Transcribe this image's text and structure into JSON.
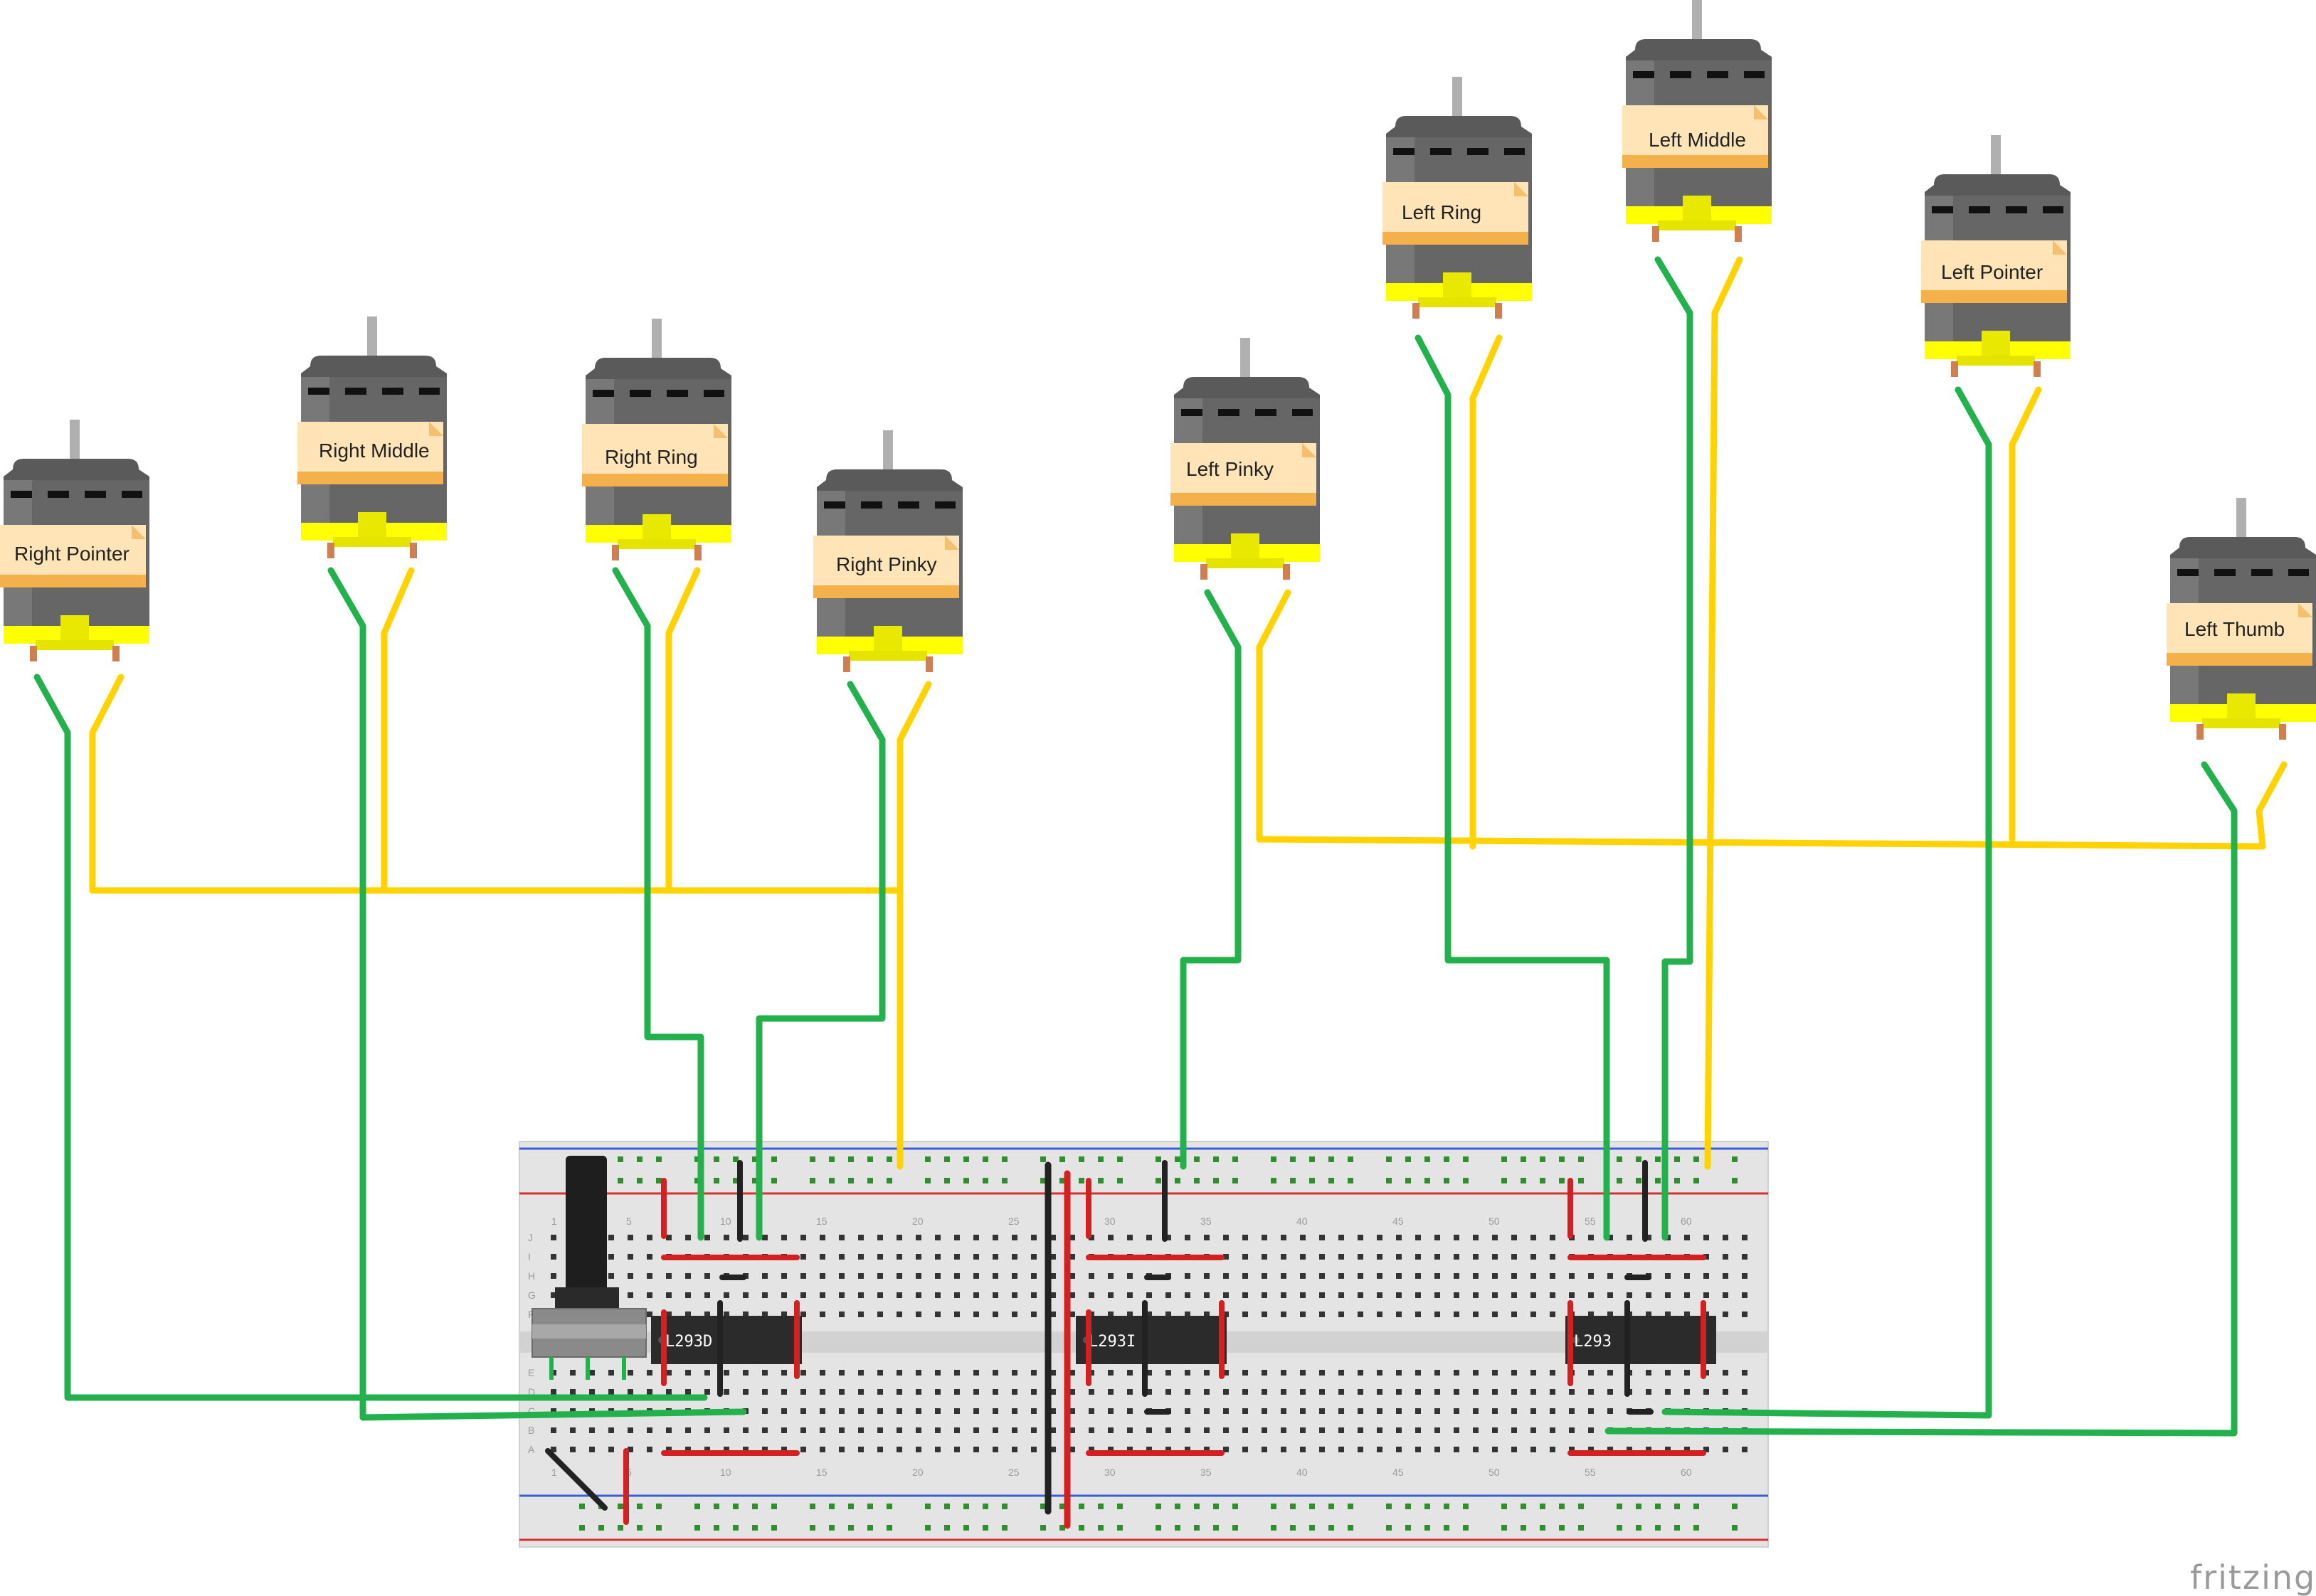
{
  "motors": [
    {
      "label": "Right Pointer"
    },
    {
      "label": "Right Middle"
    },
    {
      "label": "Right Ring"
    },
    {
      "label": "Right Pinky"
    },
    {
      "label": "Left Pinky"
    },
    {
      "label": "Left Ring"
    },
    {
      "label": "Left Middle"
    },
    {
      "label": "Left Pointer"
    },
    {
      "label": "Left Thumb"
    }
  ],
  "chips": [
    {
      "label": "L293D"
    },
    {
      "label": "L293I"
    },
    {
      "label": "L293"
    }
  ],
  "breadboard": {
    "top_numbers": [
      "1",
      "5",
      "10",
      "15",
      "20",
      "25",
      "30",
      "35",
      "40",
      "45",
      "50",
      "55",
      "60"
    ],
    "bottom_numbers": [
      "1",
      "5",
      "10",
      "15",
      "20",
      "25",
      "30",
      "35",
      "40",
      "45",
      "50",
      "55",
      "60"
    ],
    "row_letters_top": [
      "J",
      "I",
      "H",
      "G",
      "F"
    ],
    "row_letters_bottom": [
      "E",
      "D",
      "C",
      "B",
      "A"
    ]
  },
  "colors": {
    "wire_green": "#22b14c",
    "wire_yellow": "#ffd200",
    "wire_red": "#d42020",
    "wire_black": "#222222",
    "motor_body": "#5a5a5a",
    "motor_base": "#ffff00",
    "label_bg": "#ffe4b8",
    "breadboard": "#e6e6e6"
  },
  "brand": "fritzing"
}
